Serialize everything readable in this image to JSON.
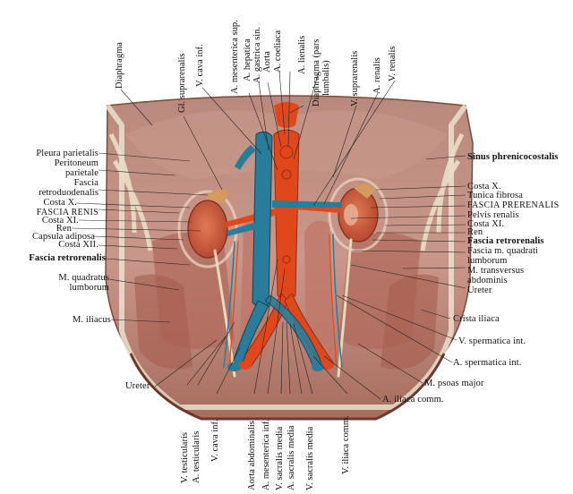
{
  "labels": {
    "top": {
      "diaphragma": "Diaphragma",
      "gl_suprarenalis": "Gl. suprarenalis",
      "v_cava_inf_top": "V. cava inf.",
      "a_mesenterica_sup": "A. mesenterica sup.",
      "a_hepatica": "A. hepatica",
      "a_gastrica_sin": "A. gastrica sin.",
      "aorta": "Aorta",
      "a_coeliaca": "A. coeliaca",
      "a_lienalis": "A. lienalis",
      "diaphragma_pars_line1": "Diaphragma (pars",
      "diaphragma_pars_line2": "lumbalis)",
      "v_suprarenalis": "V. suprarenalis",
      "a_renalis": "A. renalis",
      "v_renalis": "V. renalis"
    },
    "left": {
      "pleura_parietalis": "Pleura parietalis",
      "peritoneum_parietale_line1": "Peritoneum",
      "peritoneum_parietale_line2": "parietale",
      "fascia_retroduodenalis_line1": "Fascia",
      "fascia_retroduodenalis_line2": "retroduodenalis",
      "costa_x": "Costa X.",
      "fascia_renis": "FASCIA RENIS",
      "costa_xi": "Costa XI.",
      "ren": "Ren",
      "capsula_adiposa": "Capsula adiposa",
      "costa_xii": "Costa XII.",
      "fascia_retrorenalis": "Fascia retrorenalis",
      "m_quadratus_line1": "M. quadratus",
      "m_quadratus_line2": "lumborum",
      "m_iliacus": "M. iliacus",
      "ureter": "Ureter"
    },
    "right": {
      "sinus_phrenicocostalis": "Sinus phrenicocostalis",
      "costa_x": "Costa X.",
      "tunica_fibrosa": "Tunica fibrosa",
      "fascia_prerenalis": "FASCIA PRERENALIS",
      "pelvis_renalis": "Pelvis renalis",
      "costa_xi": "Costa XI.",
      "ren": "Ren",
      "fascia_retrorenalis": "Fascia retrorenalis",
      "fascia_m_quadrati_line1": "Fascia m. quadrati",
      "fascia_m_quadrati_line2": "lumborum",
      "m_transversus_line1": "M. transversus",
      "m_transversus_line2": "abdominis",
      "ureter": "Ureter",
      "crista_iliaca": "Crista iliaca",
      "v_spermatica_int": "V. spermatica int.",
      "a_spermatica_int": "A. spermatica int.",
      "m_psoas_major": "M. psoas major",
      "a_iliaca_comm": "A. iliaca comm."
    },
    "bottom": {
      "v_testicularis": "V. testicularis",
      "a_testicularis": "A. testicularis",
      "v_cava_inf": "V. cava inf.",
      "aorta_abdominalis": "Aorta abdominalis",
      "a_mesenterica_inf": "A. mesenterica inf.",
      "v_sacralis_media_1": "V. sacralis media",
      "a_sacralis_media": "A. sacralis media",
      "v_sacralis_media_2": "V. sacralis media",
      "v_iliaca_comm": "V. iliaca comm."
    }
  },
  "colors": {
    "artery": "#e0481c",
    "vein": "#2a7d9a",
    "muscle": "#b5695a",
    "kidney": "#c8533a",
    "bone": "#ede6d2",
    "fascia": "#d9b4a4"
  }
}
